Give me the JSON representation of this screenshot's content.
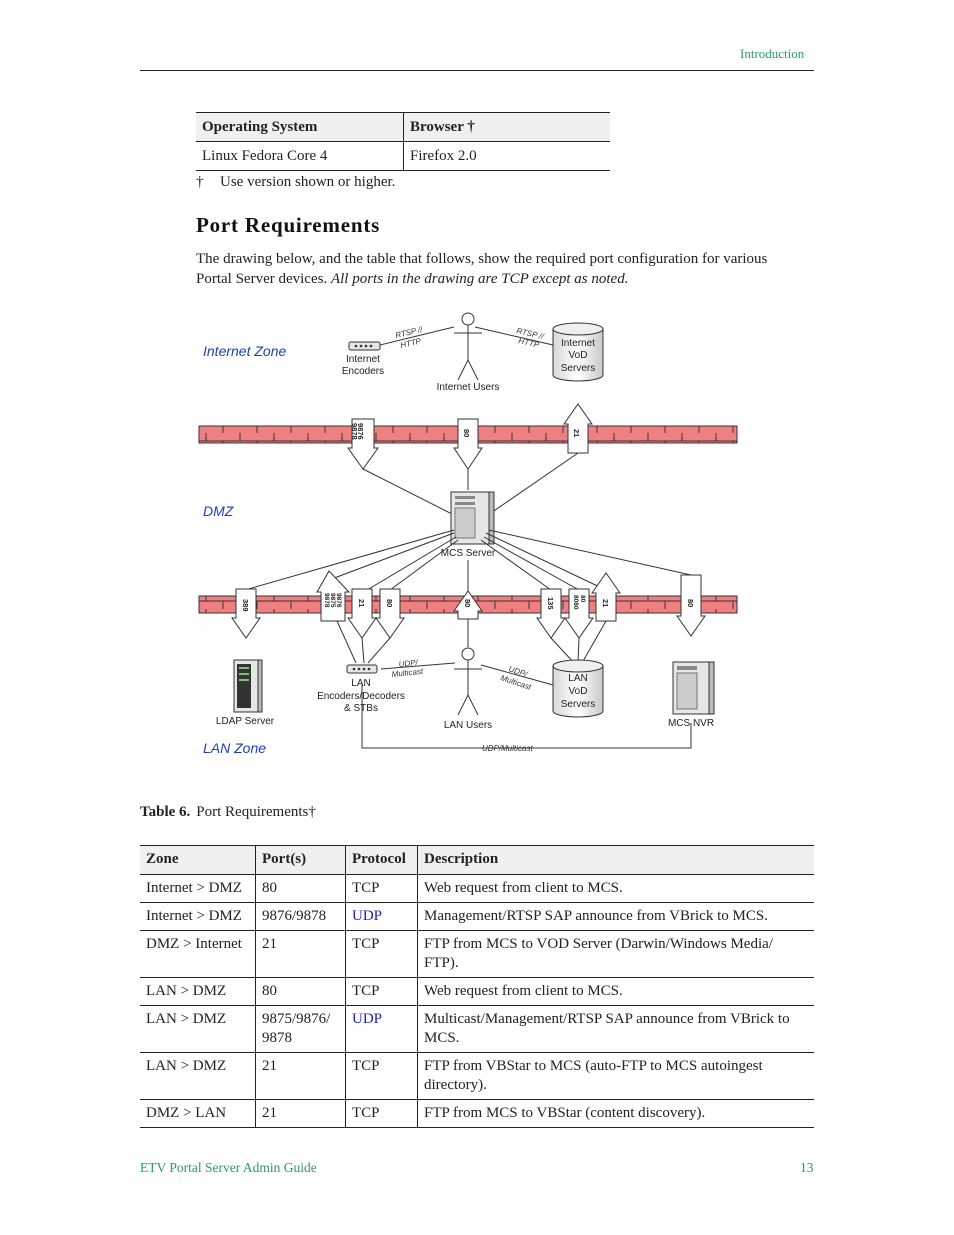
{
  "header": {
    "section": "Introduction"
  },
  "os_table": {
    "headers": [
      "Operating System",
      "Browser †"
    ],
    "rows": [
      [
        "Linux Fedora Core 4",
        "Firefox 2.0"
      ]
    ]
  },
  "footnote": {
    "mark": "†",
    "text": "Use version shown or higher."
  },
  "section_title": "Port Requirements",
  "intro": {
    "text": "The drawing below, and the table that follows, show the required port configuration for various Portal Server devices. ",
    "italic": "All ports in the drawing are TCP except as noted."
  },
  "diagram": {
    "zones": {
      "internet": "Internet Zone",
      "dmz": "DMZ",
      "lan": "LAN Zone"
    },
    "nodes": {
      "internet_encoders": [
        "Internet",
        "Encoders"
      ],
      "internet_users": "Internet Users",
      "internet_vod": [
        "Internet",
        "VoD",
        "Servers"
      ],
      "mcs_server": "MCS Server",
      "ldap_server": "LDAP Server",
      "lan_encoders": [
        "LAN",
        "Encoders/Decoders",
        "& STBs"
      ],
      "lan_users": "LAN Users",
      "lan_vod": [
        "LAN",
        "VoD",
        "Servers"
      ],
      "mcs_nvr": "MCS NVR"
    },
    "link_labels": {
      "rtsp_left": [
        "RTSP //",
        "HTTP"
      ],
      "rtsp_right": [
        "RTSP //",
        "HTTP"
      ],
      "udp_left": [
        "UDP/",
        "Multicast"
      ],
      "udp_right": [
        "UDP/",
        "Multicast"
      ],
      "udp_bottom": "UDP/Multicast"
    },
    "upper_ports": [
      "9876\n9878",
      "80",
      "21"
    ],
    "lower_ports": [
      "389",
      "9876\n9875\n9878",
      "21",
      "80",
      "80",
      "135",
      "80\n8080",
      "21",
      "80"
    ]
  },
  "table_caption": {
    "label": "Table 6.",
    "text": "Port Requirements†"
  },
  "port_table": {
    "headers": [
      "Zone",
      "Port(s)",
      "Protocol",
      "Description"
    ],
    "rows": [
      {
        "zone": "Internet > DMZ",
        "ports": "80",
        "protocol": "TCP",
        "description": "Web request from client to MCS."
      },
      {
        "zone": "Internet > DMZ",
        "ports": "9876/9878",
        "protocol": "UDP",
        "description": "Management/RTSP SAP announce from VBrick to MCS."
      },
      {
        "zone": "DMZ > Internet",
        "ports": "21",
        "protocol": "TCP",
        "description": "FTP from MCS to VOD Server (Darwin/Windows Media/ FTP)."
      },
      {
        "zone": "LAN > DMZ",
        "ports": "80",
        "protocol": "TCP",
        "description": "Web request from client to MCS."
      },
      {
        "zone": "LAN > DMZ",
        "ports": "9875/9876/ 9878",
        "protocol": "UDP",
        "description": "Multicast/Management/RTSP SAP announce from VBrick to MCS."
      },
      {
        "zone": "LAN > DMZ",
        "ports": "21",
        "protocol": "TCP",
        "description": "FTP from VBStar to MCS (auto-FTP to MCS autoingest directory)."
      },
      {
        "zone": "DMZ > LAN",
        "ports": "21",
        "protocol": "TCP",
        "description": "FTP from MCS to VBStar (content discovery)."
      }
    ]
  },
  "footer": {
    "title": "ETV Portal Server Admin Guide",
    "page": "13"
  },
  "colors": {
    "accent": "#2e9a63",
    "firewall": "#f08080",
    "zone_label": "#1a3fbf",
    "link": "#2020b0"
  }
}
